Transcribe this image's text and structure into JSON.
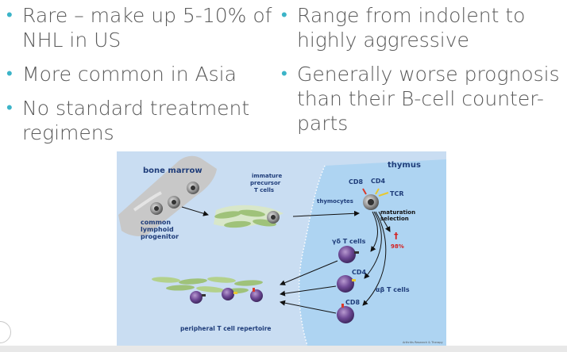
{
  "bullets_left": [
    "Rare – make up 5-10% of NHL in US",
    "More common in Asia",
    "No standard treatment regimens"
  ],
  "bullets_right": [
    "Range from indolent to highly aggressive",
    "Generally worse prognosis than their B-cell counter-parts"
  ],
  "figure": {
    "bone_marrow": "bone marrow",
    "immature": "immature",
    "precursor": "precursor",
    "t_cells": "T cells",
    "thymus": "thymus",
    "cd8": "CD8",
    "cd4": "CD4",
    "tcr": "TCR",
    "thymocytes": "thymocytes",
    "maturation": "maturation",
    "selection": "selection",
    "common": "common",
    "lymphoid": "lymphoid",
    "progenitor": "progenitor",
    "dagger": "†",
    "percent": "98%",
    "gd_t_cells": "γδ T cells",
    "ab_t_cells": "αβ T cells",
    "peripheral": "peripheral T cell repertoire",
    "credit": "Arthritis Research & Therapy"
  },
  "colors": {
    "accent": "#3cb4c8",
    "text": "#595959",
    "sky": "#c9ddf2",
    "thymus": "#aed4f2",
    "cell": "#7a4f9a"
  }
}
